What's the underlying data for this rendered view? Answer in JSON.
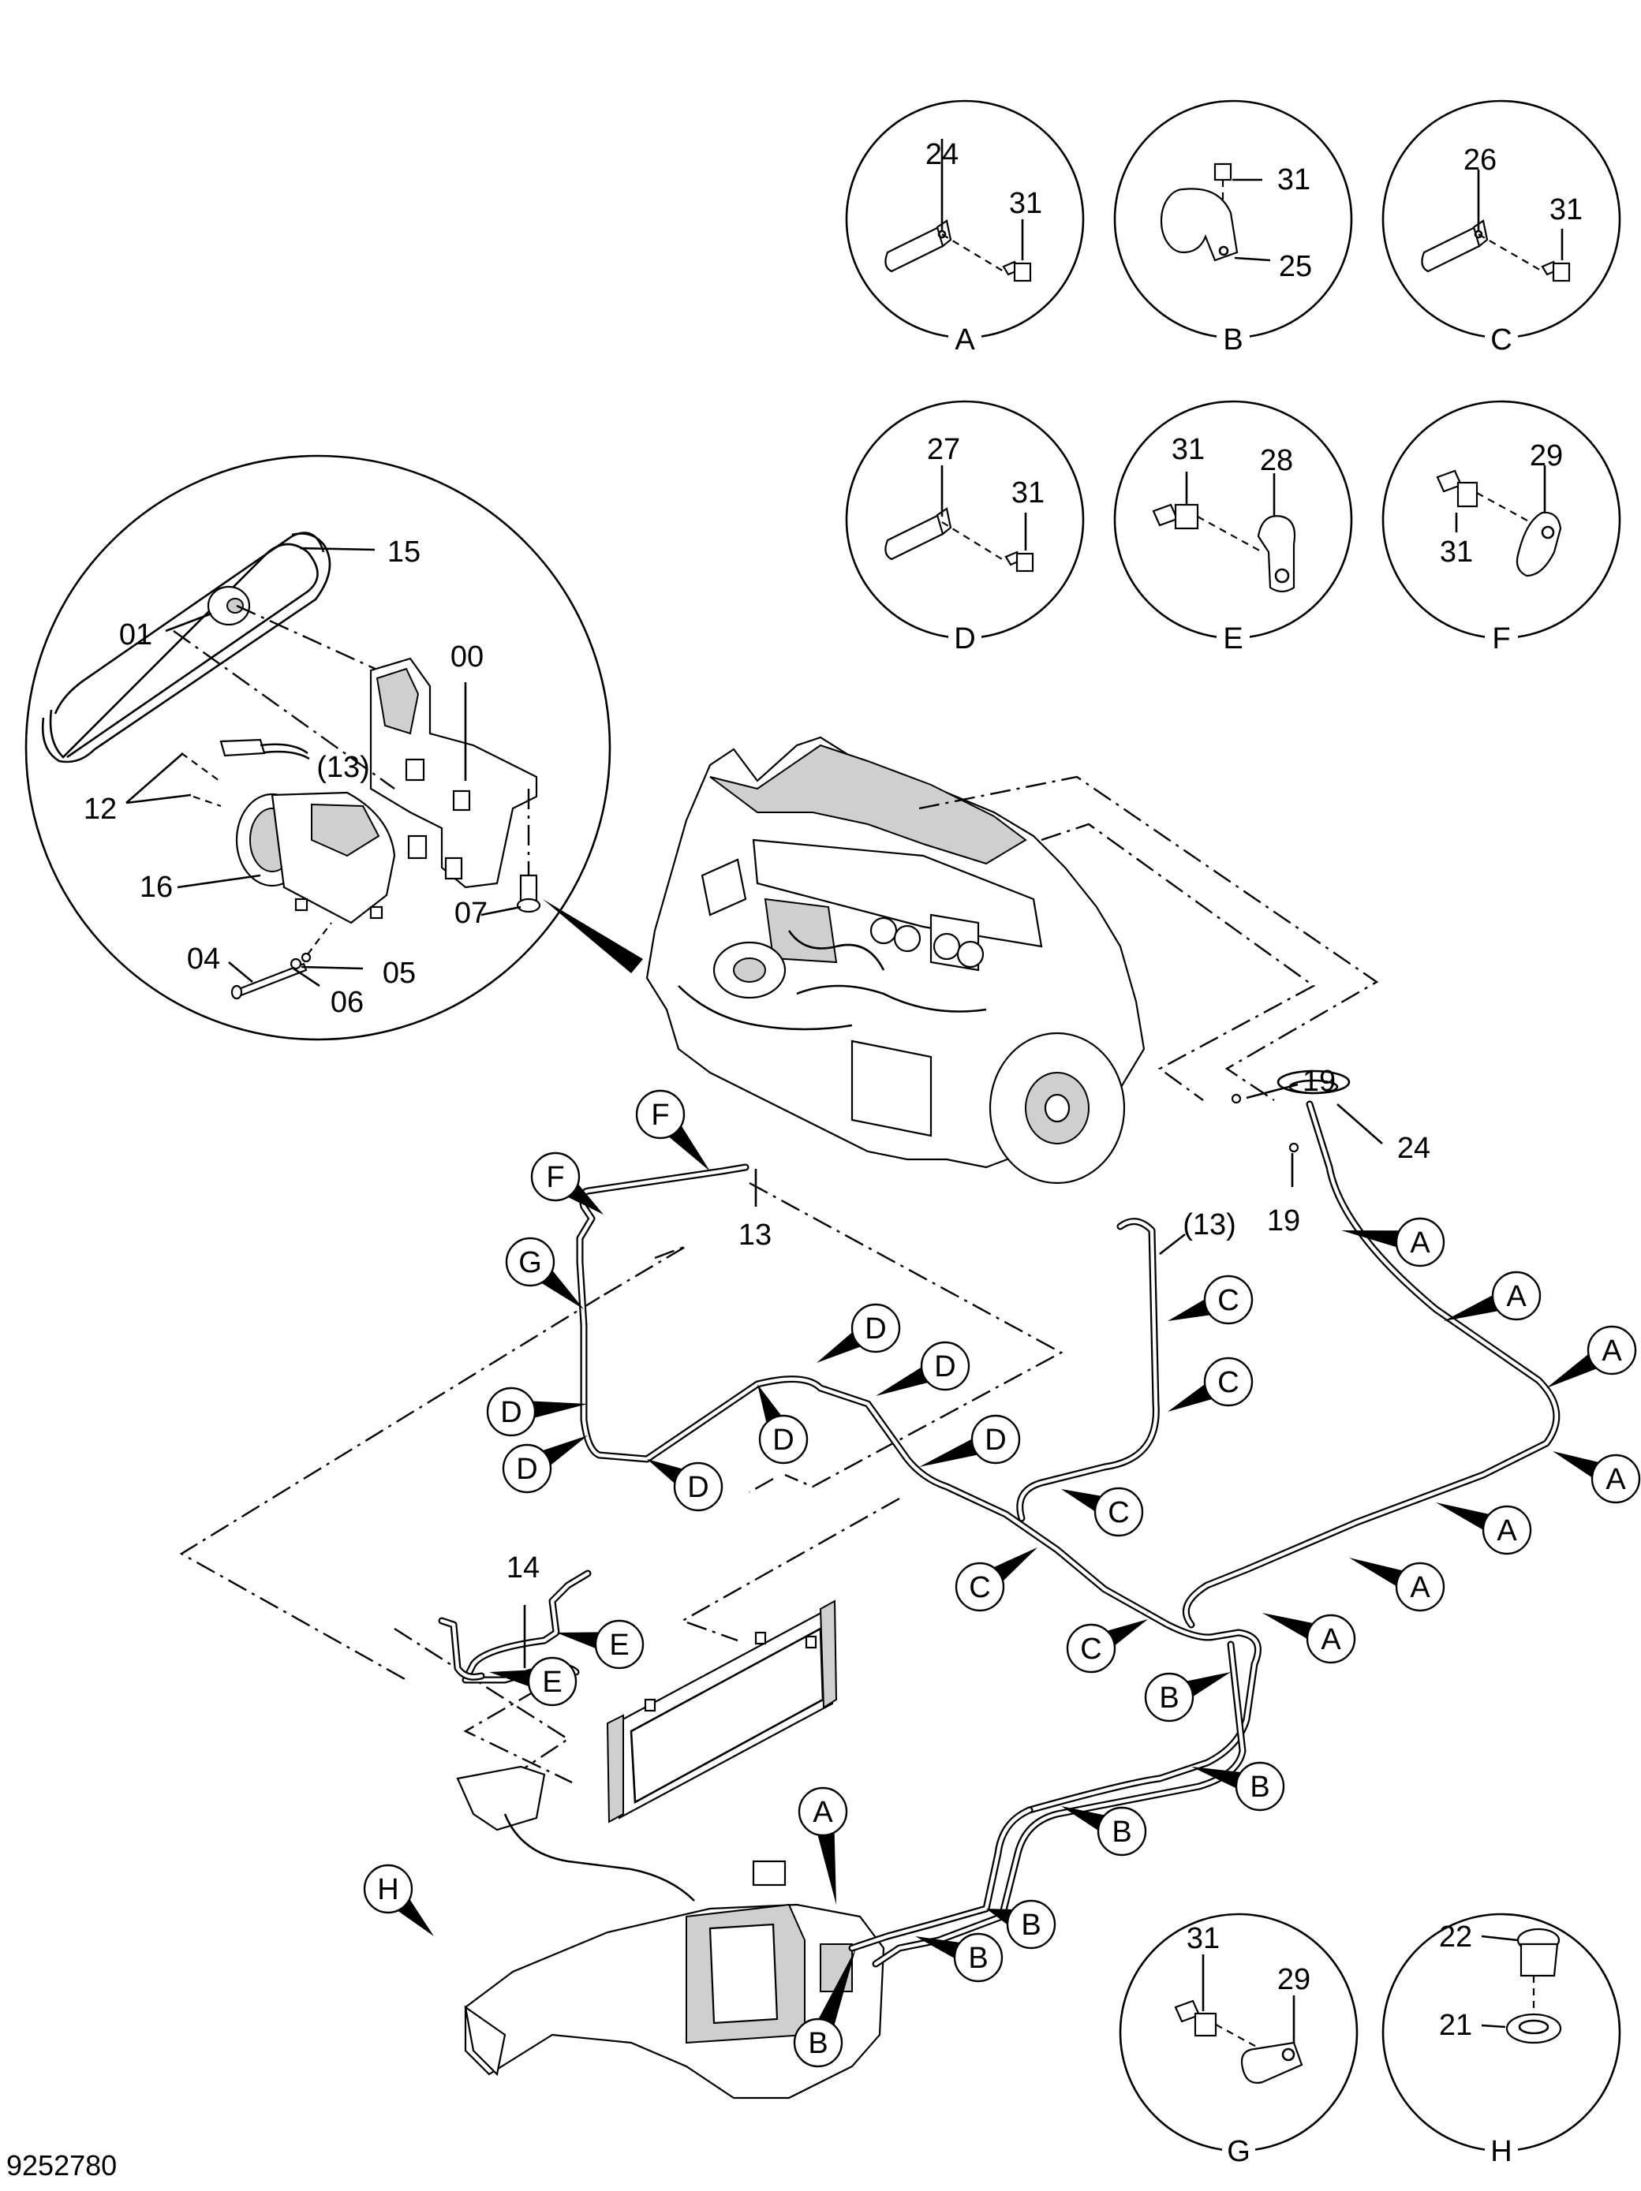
{
  "drawing_number": "9252780",
  "details": [
    {
      "letter": "A",
      "parts": [
        "24",
        "31"
      ]
    },
    {
      "letter": "B",
      "parts": [
        "31",
        "25"
      ]
    },
    {
      "letter": "C",
      "parts": [
        "26",
        "31"
      ]
    },
    {
      "letter": "D",
      "parts": [
        "27",
        "31"
      ]
    },
    {
      "letter": "E",
      "parts": [
        "31",
        "28"
      ]
    },
    {
      "letter": "F",
      "parts": [
        "29",
        "31"
      ]
    },
    {
      "letter": "G",
      "parts": [
        "31",
        "29"
      ]
    },
    {
      "letter": "H",
      "parts": [
        "22",
        "21"
      ]
    }
  ],
  "compressor_detail_labels": [
    "15",
    "01",
    "00",
    "(13)",
    "12",
    "16",
    "07",
    "04",
    "05",
    "06"
  ],
  "assembly_labels": [
    "19",
    "24",
    "19",
    "13",
    "(13)",
    "14"
  ],
  "clip_callouts": [
    "F",
    "F",
    "G",
    "D",
    "D",
    "D",
    "D",
    "D",
    "D",
    "D",
    "C",
    "C",
    "C",
    "C",
    "C",
    "A",
    "A",
    "A",
    "A",
    "A",
    "A",
    "A",
    "B",
    "B",
    "B",
    "B",
    "B",
    "A",
    "B",
    "E",
    "E",
    "H"
  ]
}
